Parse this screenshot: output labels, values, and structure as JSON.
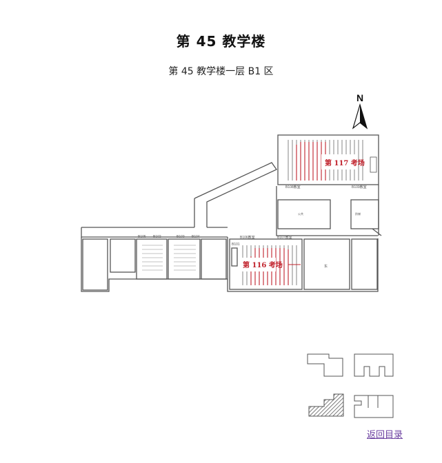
{
  "header": {
    "title": "第 45 教学楼",
    "subtitle": "第 45 教学楼一层 B1 区"
  },
  "compass": {
    "label": "N"
  },
  "exam_rooms": [
    {
      "label": "第 117 考场"
    },
    {
      "label": "第 116 考场"
    }
  ],
  "room_tags": {
    "b105": "B105",
    "b102": "B102",
    "b103": "B103",
    "b104": "B104",
    "b108": "B108教室",
    "b109": "B109教室",
    "b106": "B106教室",
    "b107": "B107教室",
    "b101": "B101",
    "room_e": "东",
    "side_a": "公共",
    "side_b": "阶梯"
  },
  "footer": {
    "back_label": "返回目录"
  },
  "colors": {
    "accent": "#c0202a",
    "wall": "#555555",
    "link": "#6b3fa0"
  }
}
